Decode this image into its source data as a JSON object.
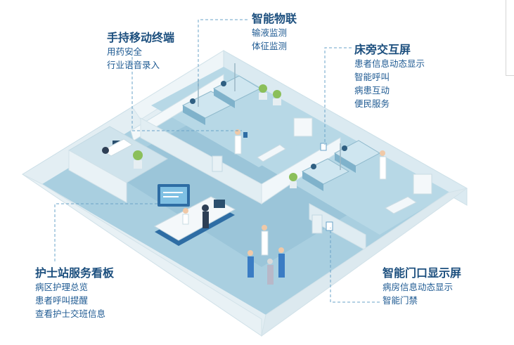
{
  "callouts": {
    "handheld": {
      "title": "手持移动终端",
      "items": [
        "用药安全",
        "行业语音录入"
      ]
    },
    "iot": {
      "title": "智能物联",
      "items": [
        "输液监测",
        "体征监测"
      ]
    },
    "bedside": {
      "title": "床旁交互屏",
      "items": [
        "患者信息动态显示",
        "智能呼叫",
        "病患互动",
        "便民服务"
      ]
    },
    "nurse_station": {
      "title": "护士站服务看板",
      "items": [
        "病区护理总览",
        "患者呼叫提醒",
        "查看护士交班信息"
      ]
    },
    "door_screen": {
      "title": "智能门口显示屏",
      "items": [
        "病房信息动态显示",
        "智能门禁"
      ]
    }
  },
  "colors": {
    "floor": "#a9cfe0",
    "floor_light": "#cfe6ef",
    "wall_top": "#e6f1f6",
    "wall_side": "#d3e7ef",
    "wall_front": "#e4eff4",
    "accent": "#1c4f7e",
    "desk": "#2e6da4",
    "dash": "#6aa3c8"
  }
}
